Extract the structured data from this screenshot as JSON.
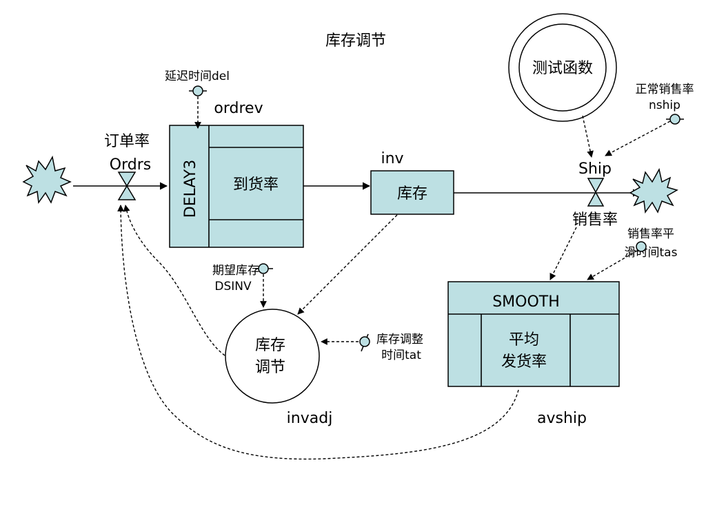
{
  "title": "库存调节",
  "colors": {
    "fill": "#bde0e3",
    "stroke": "#000000",
    "background": "#ffffff"
  },
  "sources": {
    "left_cloud": "source-cloud",
    "right_cloud": "sink-cloud"
  },
  "valves": {
    "orders": {
      "label_cn": "订单率",
      "label_en": "Ordrs"
    },
    "ship": {
      "label_en": "Ship",
      "label_cn": "销售率"
    }
  },
  "delay3": {
    "name": "ordrev",
    "header": "DELAY3",
    "label": "到货率"
  },
  "inventory": {
    "name": "inv",
    "label": "库存"
  },
  "smooth": {
    "header": "SMOOTH",
    "label_line1": "平均",
    "label_line2": "发货率",
    "name": "avship"
  },
  "invadj": {
    "label_line1": "库存",
    "label_line2": "调节",
    "name": "invadj"
  },
  "test_function": {
    "label": "测试函数"
  },
  "constants": {
    "del": "延迟时间del",
    "nship_line1": "正常销售率",
    "nship_line2": "nship",
    "tas_line1": "销售率平",
    "tas_line2": "滑时间tas",
    "dsinv_line1": "期望库存",
    "dsinv_line2": "DSINV",
    "tat_line1": "库存调整",
    "tat_line2": "时间tat"
  }
}
